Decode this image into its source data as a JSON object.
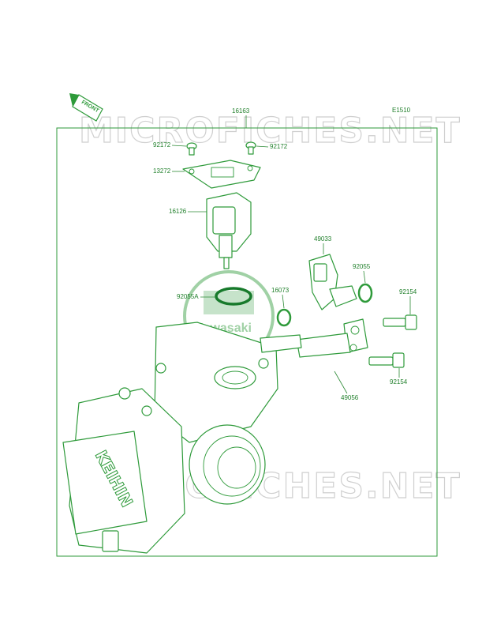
{
  "diagram": {
    "code": "E1510",
    "assembly_part": "16163",
    "front_marker": "FRONT",
    "watermark": "MICROFICHES.NET",
    "logo_text": "Kawasaki",
    "body_brand": "KEIHIN",
    "colors": {
      "line": "#2e9a3a",
      "label": "#1f7f2a",
      "watermark": "#cfcfcf"
    }
  },
  "labels": {
    "p92172_left": "92172",
    "p92172_right": "92172",
    "p13272": "13272",
    "p16126": "16126",
    "p49033": "49033",
    "p92055": "92055",
    "p92055A": "92055A",
    "p16073": "16073",
    "p92154_top": "92154",
    "p92154_bottom": "92154",
    "p49056": "49056"
  }
}
